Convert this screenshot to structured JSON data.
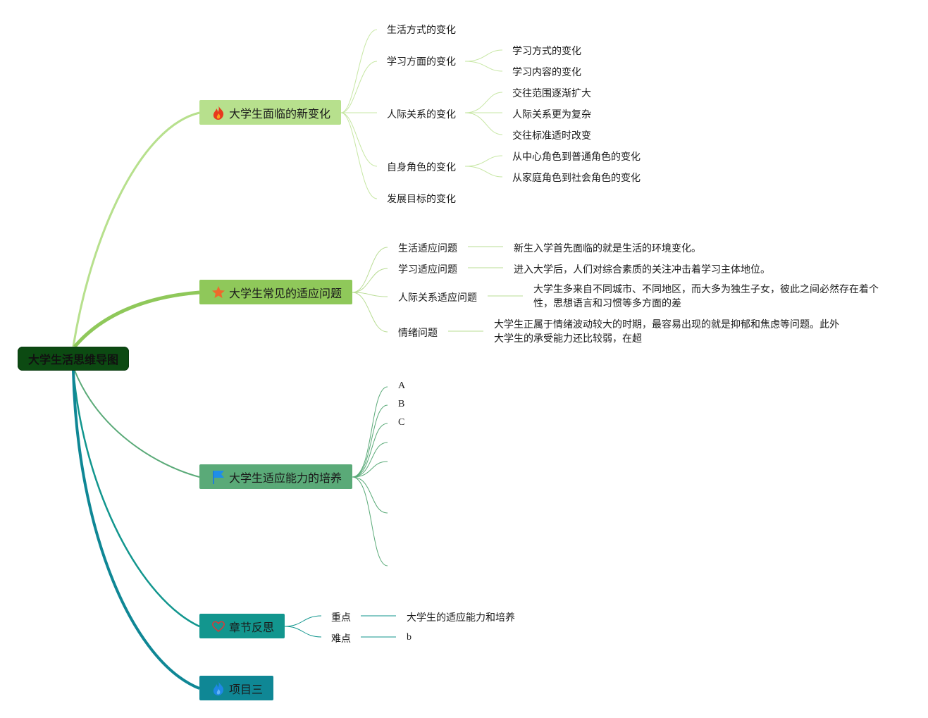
{
  "root": "大学生活思维导图",
  "colors": {
    "root": "#0c4a12",
    "b1": "#b7e08d",
    "b2": "#8fc85a",
    "b3": "#5aaa78",
    "b4": "#12968e",
    "b5": "#0f8795"
  },
  "branches": [
    {
      "label": "大学生面临的新变化",
      "icon": "fire-icon",
      "children": [
        {
          "label": "生活方式的变化"
        },
        {
          "label": "学习方面的变化",
          "children": [
            "学习方式的变化",
            "学习内容的变化"
          ]
        },
        {
          "label": "人际关系的变化",
          "children": [
            "交往范围逐渐扩大",
            "人际关系更为复杂",
            "交往标准适时改变"
          ]
        },
        {
          "label": "自身角色的变化",
          "children": [
            "从中心角色到普通角色的变化",
            "从家庭角色到社会角色的变化"
          ]
        },
        {
          "label": "发展目标的变化"
        }
      ]
    },
    {
      "label": "大学生常见的适应问题",
      "icon": "star-icon",
      "children": [
        {
          "label": "生活适应问题",
          "note": "新生入学首先面临的就是生活的环境变化。"
        },
        {
          "label": "学习适应问题",
          "note": "进入大学后，人们对综合素质的关注冲击着学习主体地位。"
        },
        {
          "label": "人际关系适应问题",
          "note1": "大学生多来自不同城市、不同地区，而大多为独生子女，彼此之间必然存在着个",
          "note2": "性，思想语言和习惯等多方面的差"
        },
        {
          "label": "情绪问题",
          "note1": "大学生正属于情绪波动较大的时期，最容易出现的就是抑郁和焦虑等问题。此外",
          "note2": "大学生的承受能力还比较弱，在超"
        }
      ]
    },
    {
      "label": "大学生适应能力的培养",
      "icon": "flag-icon",
      "children": [
        "A",
        "B",
        "C",
        "",
        "",
        "",
        ""
      ]
    },
    {
      "label": "章节反思",
      "icon": "heart-icon",
      "children": [
        {
          "label": "重点",
          "note": "大学生的适应能力和培养"
        },
        {
          "label": "难点",
          "note": "b"
        }
      ]
    },
    {
      "label": "项目三",
      "icon": "blue-fire-icon"
    }
  ]
}
